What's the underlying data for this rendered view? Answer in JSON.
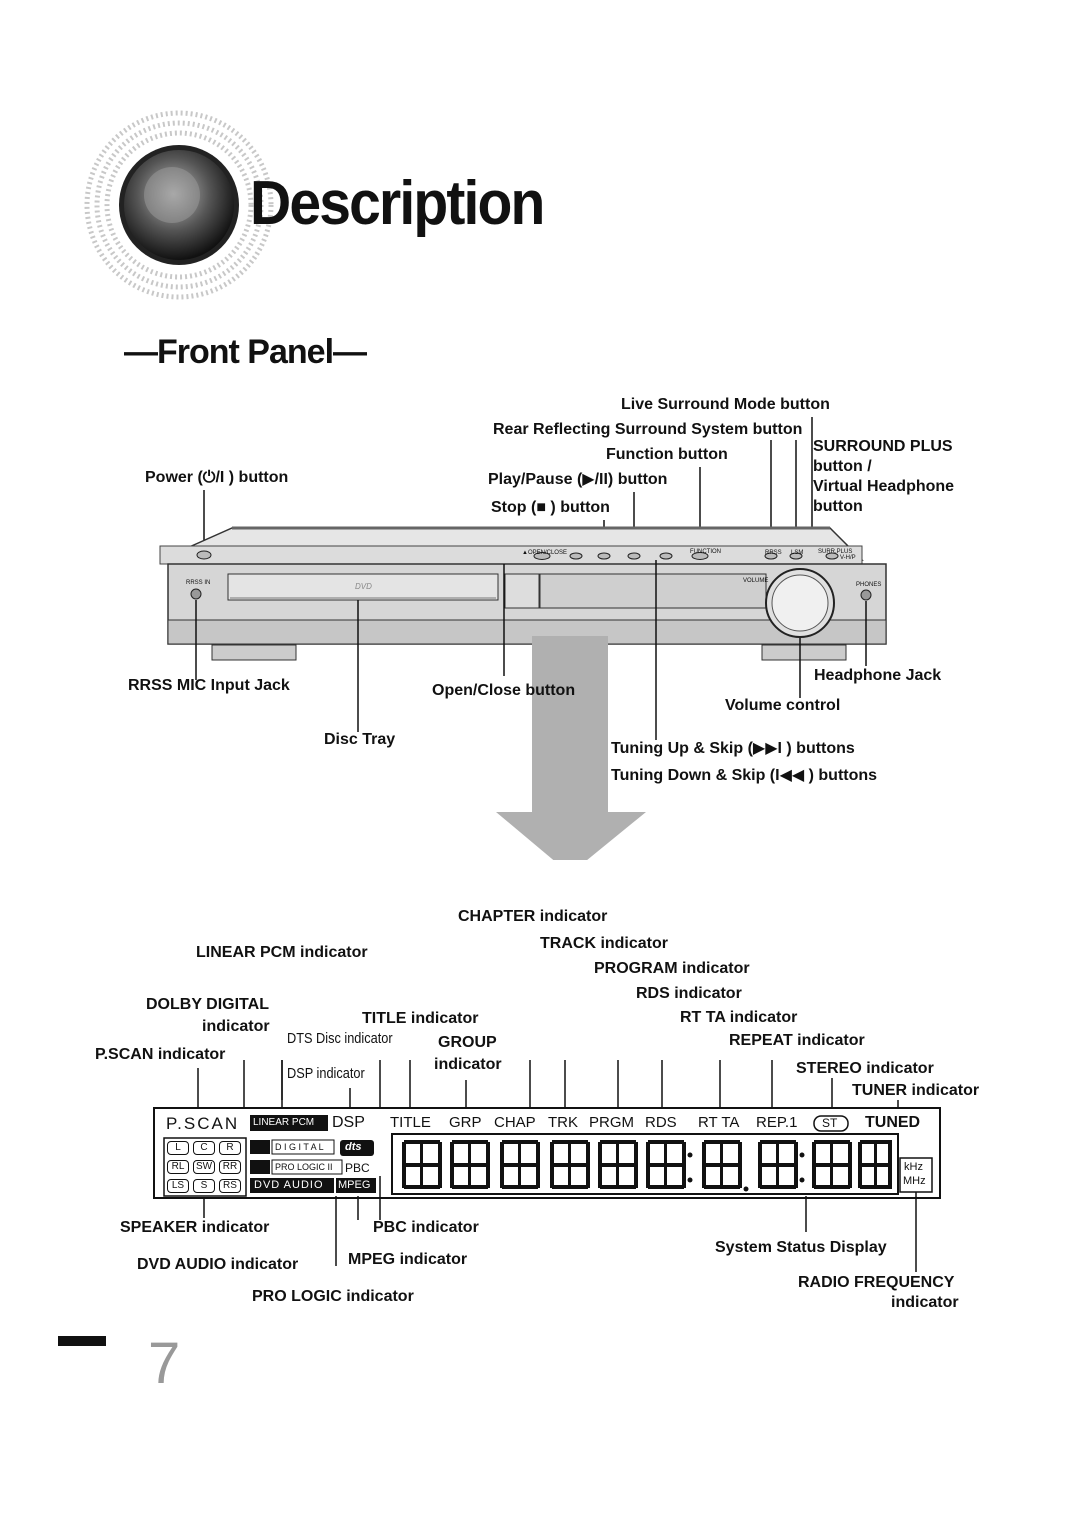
{
  "header": {
    "title": "Description",
    "section": "—Front Panel—"
  },
  "front_panel": {
    "labels": {
      "live_surround": "Live Surround Mode button",
      "rear_reflecting": "Rear Reflecting Surround System button",
      "function": "Function button",
      "surround_plus_1": "SURROUND PLUS",
      "surround_plus_2": "button /",
      "surround_plus_3": "Virtual Headphone",
      "surround_plus_4": "button",
      "power": "Power (⏻/I ) button",
      "play_pause": "Play/Pause (▶/II) button",
      "stop": "Stop (■ ) button",
      "rrss_mic": "RRSS MIC Input Jack",
      "open_close": "Open/Close button",
      "headphone": "Headphone Jack",
      "volume": "Volume control",
      "disc_tray": "Disc Tray",
      "tuning_up": "Tuning Up & Skip (▶▶I ) buttons",
      "tuning_down": "Tuning Down & Skip (I◀◀ ) buttons"
    },
    "device_text": {
      "open_close": "▲OPEN/CLOSE",
      "function": "FUNCTION",
      "rrss": "RRSS",
      "lsm": "LSM",
      "surr_plus": "SURR.PLUS",
      "vhp": "V-H/P",
      "rrss_in": "RRSS IN",
      "volume": "VOLUME",
      "phones": "PHONES",
      "dvd": "DVD"
    }
  },
  "display": {
    "labels": {
      "chapter": "CHAPTER indicator",
      "track": "TRACK indicator",
      "program": "PROGRAM indicator",
      "rds": "RDS indicator",
      "rt_ta": "RT TA indicator",
      "repeat": "REPEAT indicator",
      "stereo": "STEREO indicator",
      "tuner": "TUNER indicator",
      "linear_pcm": "LINEAR PCM indicator",
      "dolby_digital_1": "DOLBY DIGITAL",
      "dolby_digital_2": "indicator",
      "title": "TITLE indicator",
      "dts_disc": "DTS Disc indicator",
      "group_1": "GROUP",
      "group_2": "indicator",
      "pscan": "P.SCAN indicator",
      "dsp": "DSP indicator",
      "speaker": "SPEAKER indicator",
      "pbc": "PBC indicator",
      "dvd_audio": "DVD AUDIO indicator",
      "mpeg": "MPEG indicator",
      "pro_logic": "PRO LOGIC indicator",
      "system_status": "System Status Display",
      "radio_freq_1": "RADIO FREQUENCY",
      "radio_freq_2": "indicator"
    },
    "panel_text": {
      "pscan": "P.SCAN",
      "linear_pcm": "LINEAR PCM",
      "dsp": "DSP",
      "title": "TITLE",
      "grp": "GRP",
      "chap": "CHAP",
      "trk": "TRK",
      "prgm": "PRGM",
      "rds": "RDS",
      "rt_ta": "RT TA",
      "rep1": "REP.1",
      "st": "ST",
      "tuned": "TUNED",
      "digital": "D I G I T A L",
      "pro_logic": "PRO LOGIC II",
      "pbc": "PBC",
      "dvd_audio": "DVD AUDIO",
      "mpeg": "MPEG",
      "khz": "kHz",
      "mhz": "MHz",
      "dts": "dts",
      "speakers": [
        "L",
        "C",
        "R",
        "RL",
        "SW",
        "RR",
        "LS",
        "S",
        "RS"
      ]
    }
  },
  "footer": {
    "page_number": "7"
  }
}
